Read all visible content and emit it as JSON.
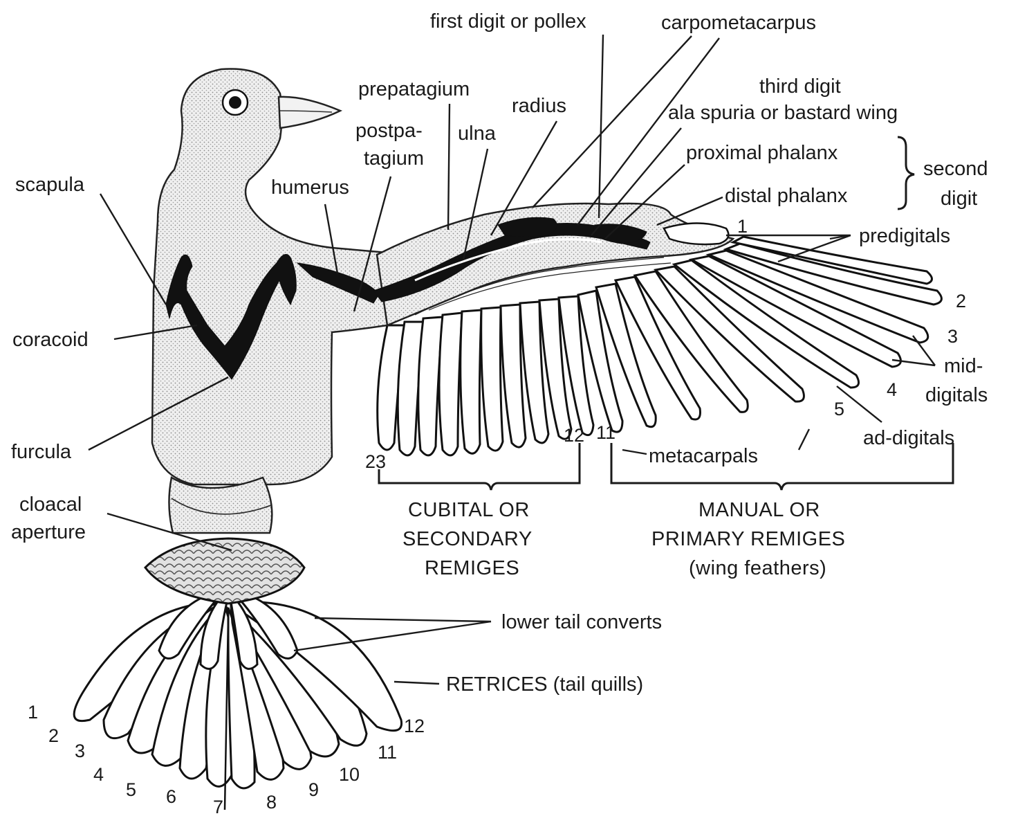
{
  "labels": {
    "first_digit": "first digit or pollex",
    "carpometacarpus": "carpometacarpus",
    "prepatagium": "prepatagium",
    "radius": "radius",
    "third_digit": "third digit",
    "ala_spuria": "ala spuria or bastard wing",
    "postpatagium_1": "postpa-",
    "postpatagium_2": "tagium",
    "ulna": "ulna",
    "proximal_phalanx": "proximal phalanx",
    "distal_phalanx": "distal phalanx",
    "second_digit_1": "second",
    "second_digit_2": "digit",
    "scapula": "scapula",
    "humerus": "humerus",
    "predigitals": "predigitals",
    "coracoid": "coracoid",
    "mid_digitals_1": "mid-",
    "mid_digitals_2": "digitals",
    "ad_digitals": "ad-digitals",
    "furcula": "furcula",
    "metacarpals": "metacarpals",
    "cloacal_1": "cloacal",
    "cloacal_2": "aperture",
    "lower_tail": "lower tail converts",
    "retrices": "RETRICES (tail quills)"
  },
  "groups": {
    "cubital_1": "CUBITAL OR",
    "cubital_2": "SECONDARY",
    "cubital_3": "REMIGES",
    "manual_1": "MANUAL OR",
    "manual_2": "PRIMARY REMIGES",
    "manual_3": "(wing feathers)"
  },
  "wing_numbers": {
    "n1": "1",
    "n2": "2",
    "n3": "3",
    "n4": "4",
    "n5": "5",
    "n11": "11",
    "n12": "12",
    "n23": "23"
  },
  "tail_numbers": [
    "1",
    "2",
    "3",
    "4",
    "5",
    "6",
    "7",
    "8",
    "9",
    "10",
    "11",
    "12"
  ]
}
